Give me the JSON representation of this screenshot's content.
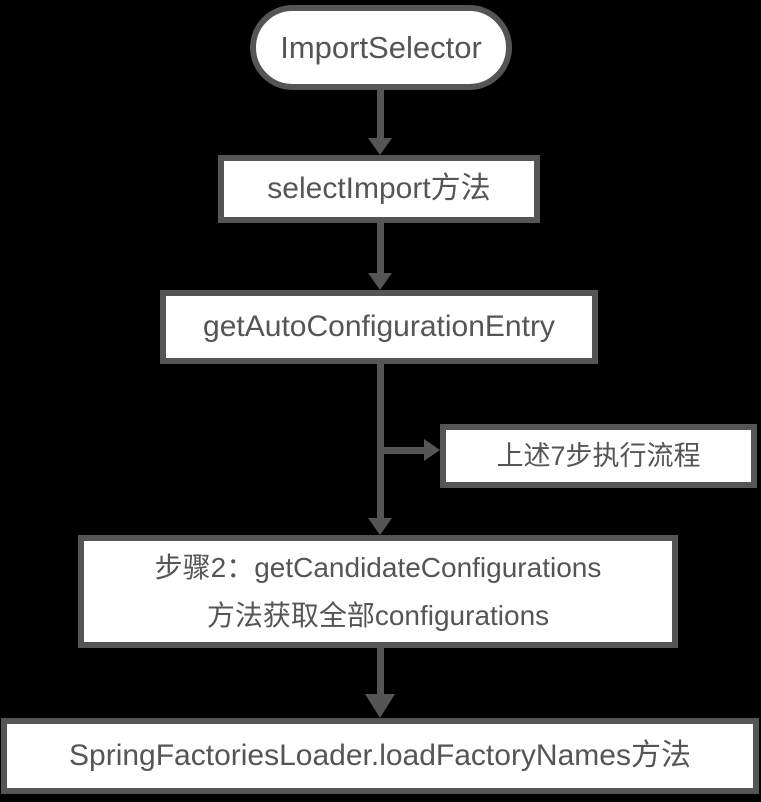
{
  "colors": {
    "background": "#000000",
    "node_fill": "#ffffff",
    "stroke": "#555555",
    "text": "#555555"
  },
  "diagram": {
    "type": "flowchart",
    "nodes": [
      {
        "id": "import-selector",
        "shape": "stadium",
        "label": "ImportSelector"
      },
      {
        "id": "select-import",
        "shape": "rect",
        "label": "selectImport方法"
      },
      {
        "id": "get-auto-configuration-entry",
        "shape": "rect",
        "label": "getAutoConfigurationEntry"
      },
      {
        "id": "seven-step-process",
        "shape": "rect",
        "label": "上述7步执行流程"
      },
      {
        "id": "step2-get-candidate-configurations",
        "shape": "rect",
        "lines": [
          "步骤2：getCandidateConfigurations",
          "方法获取全部configurations"
        ]
      },
      {
        "id": "spring-factories-loader",
        "shape": "rect",
        "label": "SpringFactoriesLoader.loadFactoryNames方法"
      }
    ],
    "edges": [
      {
        "from": "import-selector",
        "to": "select-import",
        "direction": "down"
      },
      {
        "from": "select-import",
        "to": "get-auto-configuration-entry",
        "direction": "down"
      },
      {
        "from": "get-auto-configuration-entry",
        "to": "seven-step-process",
        "direction": "right-branch"
      },
      {
        "from": "get-auto-configuration-entry",
        "to": "step2-get-candidate-configurations",
        "direction": "down"
      },
      {
        "from": "step2-get-candidate-configurations",
        "to": "spring-factories-loader",
        "direction": "down"
      }
    ]
  }
}
